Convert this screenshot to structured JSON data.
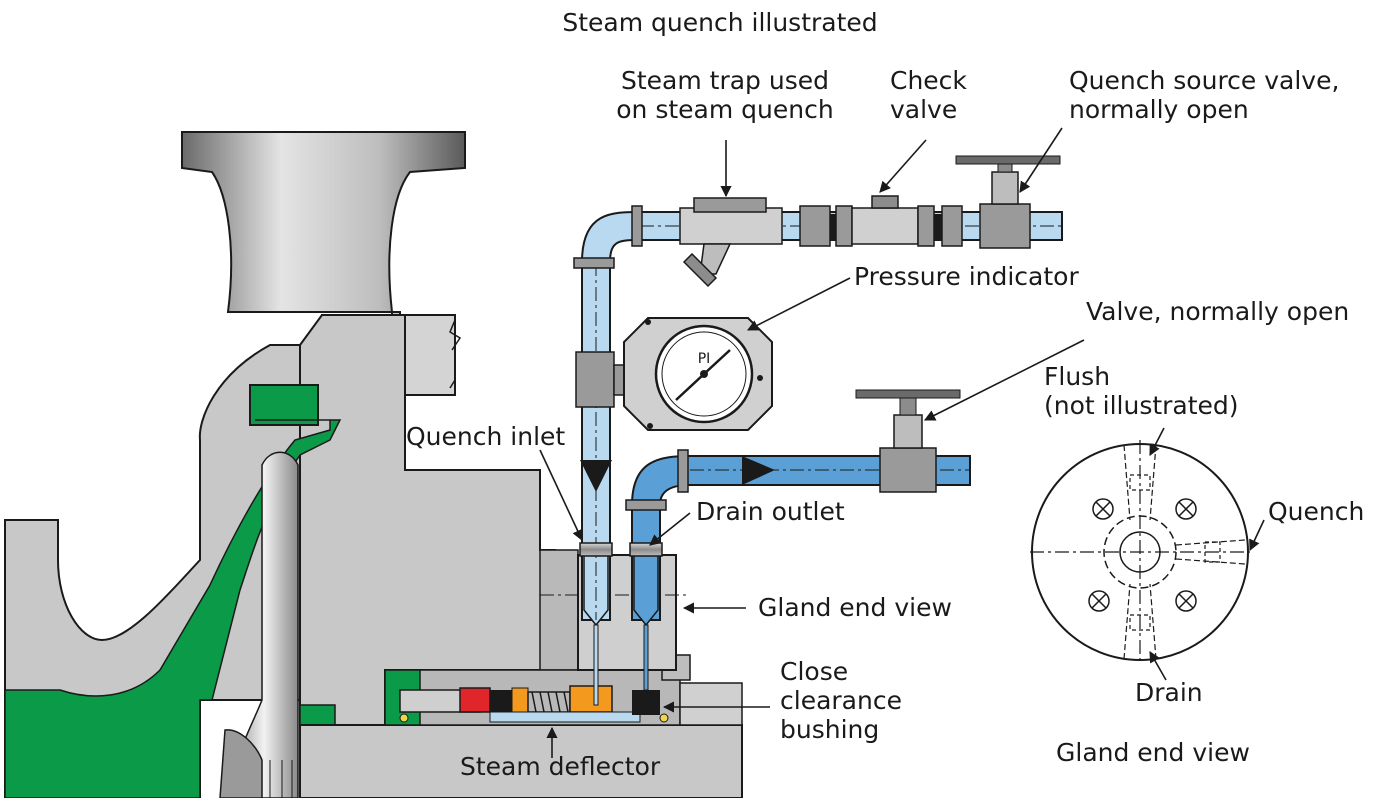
{
  "title": "Steam quench illustrated",
  "labels": {
    "steam_trap": "Steam trap used\non steam quench",
    "check_valve": "Check\nvalve",
    "quench_source_valve": "Quench source valve,\nnormally open",
    "pressure_indicator": "Pressure indicator",
    "pi_gauge": "PI",
    "valve_normally_open": "Valve, normally open",
    "flush": "Flush\n(not illustrated)",
    "quench_inlet": "Quench inlet",
    "drain_outlet": "Drain outlet",
    "quench": "Quench",
    "gland_end_view_arrow": "Gland end view",
    "close_clearance_bushing": "Close\nclearance\nbushing",
    "drain": "Drain",
    "steam_deflector": "Steam deflector",
    "gland_end_view_caption": "Gland end view"
  },
  "colors": {
    "pipe_light_blue": "#b9d9f0",
    "pipe_blue": "#5aa0d6",
    "seal_green": "#0a9a48",
    "casing_gray": "#c8c8c8",
    "outline": "#1a1a1a",
    "spring_orange": "#f39a1e",
    "seal_red": "#e0262b"
  }
}
